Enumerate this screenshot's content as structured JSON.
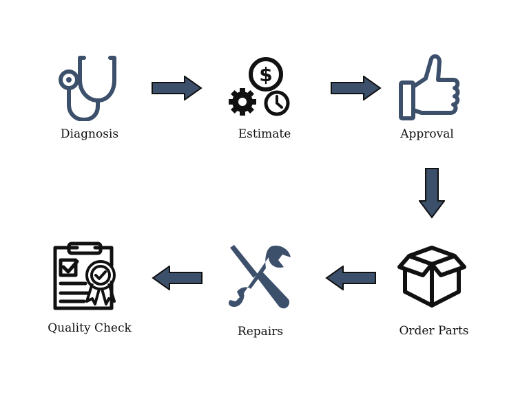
{
  "steps": [
    {
      "label": "Diagnosis",
      "icon": "stethoscope-icon"
    },
    {
      "label": "Estimate",
      "icon": "money-gear-clock-icon"
    },
    {
      "label": "Approval",
      "icon": "thumbs-up-icon"
    },
    {
      "label": "Order Parts",
      "icon": "box-icon"
    },
    {
      "label": "Repairs",
      "icon": "wrench-screwdriver-icon"
    },
    {
      "label": "Quality Check",
      "icon": "clipboard-badge-icon"
    }
  ],
  "colors": {
    "icon_blue": "#3d506b",
    "icon_black": "#111111",
    "arrow_fill": "#3d506b",
    "arrow_stroke": "#111111"
  }
}
